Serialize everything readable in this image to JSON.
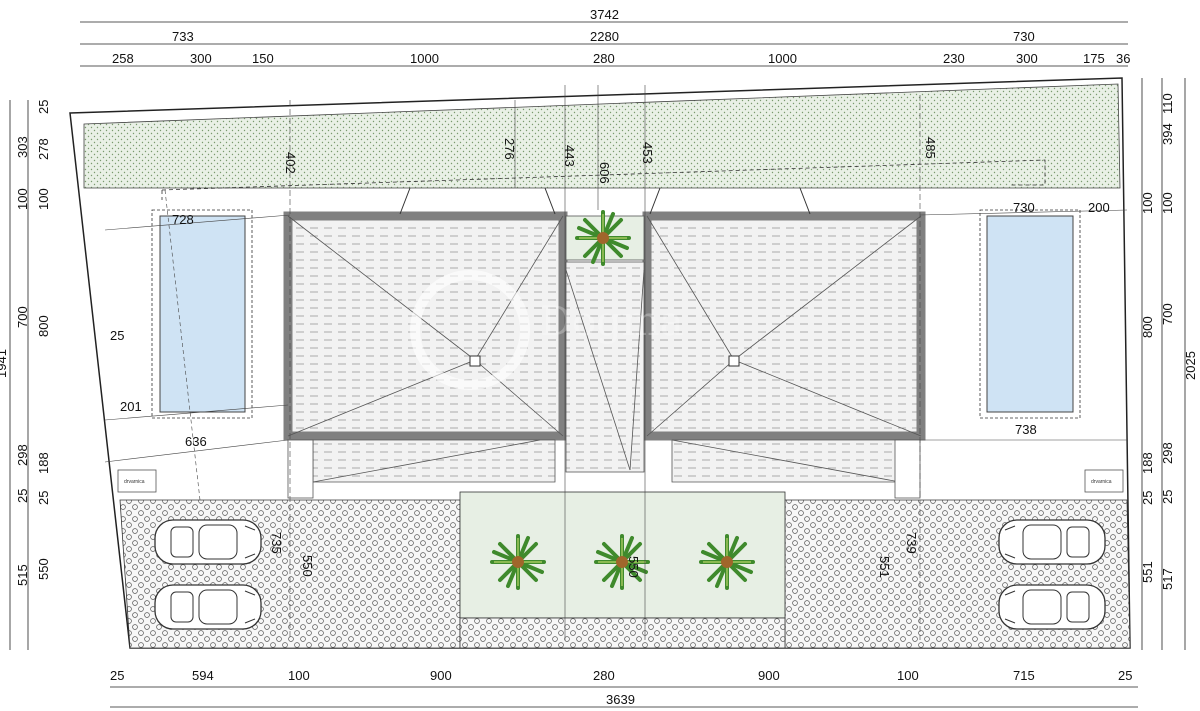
{
  "title": "",
  "watermark": "Dogma",
  "small_labels": {
    "left_box": "drvarnica",
    "right_box": "drvarnica"
  },
  "colors": {
    "wall": "#808080",
    "green": "#e7efe4",
    "pool": "#cfe3f4",
    "paving": "#f6f6f6",
    "dim": "#222222"
  },
  "top_dims": {
    "row1": [
      "3742"
    ],
    "row2": [
      "733",
      "2280",
      "730"
    ],
    "row3": [
      "258",
      "300",
      "150",
      "1000",
      "280",
      "1000",
      "230",
      "300",
      "175",
      "36"
    ]
  },
  "bottom_dims": {
    "row1": [
      "25",
      "594",
      "100",
      "900",
      "280",
      "900",
      "100",
      "715",
      "25"
    ],
    "row2": [
      "3639"
    ]
  },
  "left_dims": {
    "outer": [
      "1941"
    ],
    "mid": [
      "303",
      "100",
      "700",
      "298",
      "25",
      "515"
    ],
    "inner": [
      "25",
      "278",
      "100",
      "800",
      "188",
      "25",
      "550"
    ]
  },
  "right_dims": {
    "outer": [
      "2025"
    ],
    "mid": [
      "110",
      "394",
      "100",
      "700",
      "298",
      "25",
      "517"
    ],
    "inner": [
      "100",
      "800",
      "188",
      "25",
      "551"
    ]
  },
  "interior_dims": {
    "d402": "402",
    "d276": "276",
    "d443": "443",
    "d606": "606",
    "d453": "453",
    "d485": "485",
    "d728": "728",
    "d730": "730",
    "d200": "200",
    "d25": "25",
    "d201": "201",
    "d636": "636",
    "d738": "738",
    "d735": "735",
    "d550a": "550",
    "d550b": "550",
    "d551": "551",
    "d739": "739"
  }
}
